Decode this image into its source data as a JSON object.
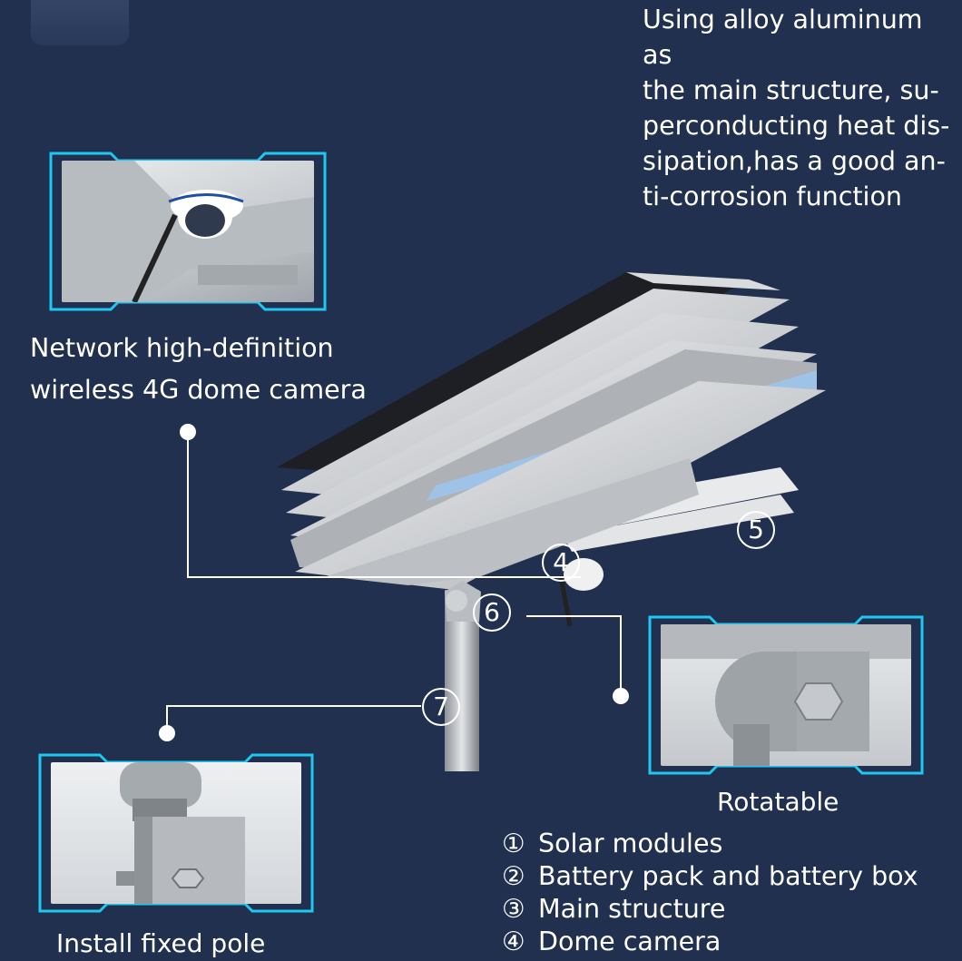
{
  "top_caption": "Using alloy aluminum as the  main structure,  su-perconducting heat dis-sipation,has a good an-ti-corrosion function",
  "top_caption_lines": [
    "Using alloy aluminum as",
    "the  main structure,  su-",
    "perconducting heat dis-",
    "sipation,has a good an-",
    "ti-corrosion function"
  ],
  "camera_caption_lines": [
    "Network high-definition",
    "wireless 4G dome camera"
  ],
  "rotatable_caption": "Rotatable",
  "install_caption": "Install fixed pole",
  "markers": [
    "4",
    "5",
    "6",
    "7"
  ],
  "legend": [
    {
      "num": "①",
      "label": "Solar modules"
    },
    {
      "num": "②",
      "label": "Battery pack and battery box"
    },
    {
      "num": "③",
      "label": "Main structure"
    },
    {
      "num": "④",
      "label": "Dome camera"
    }
  ],
  "colors": {
    "background": "#21304f",
    "frame_accent": "#1ec8f0",
    "text": "#ffffff"
  }
}
